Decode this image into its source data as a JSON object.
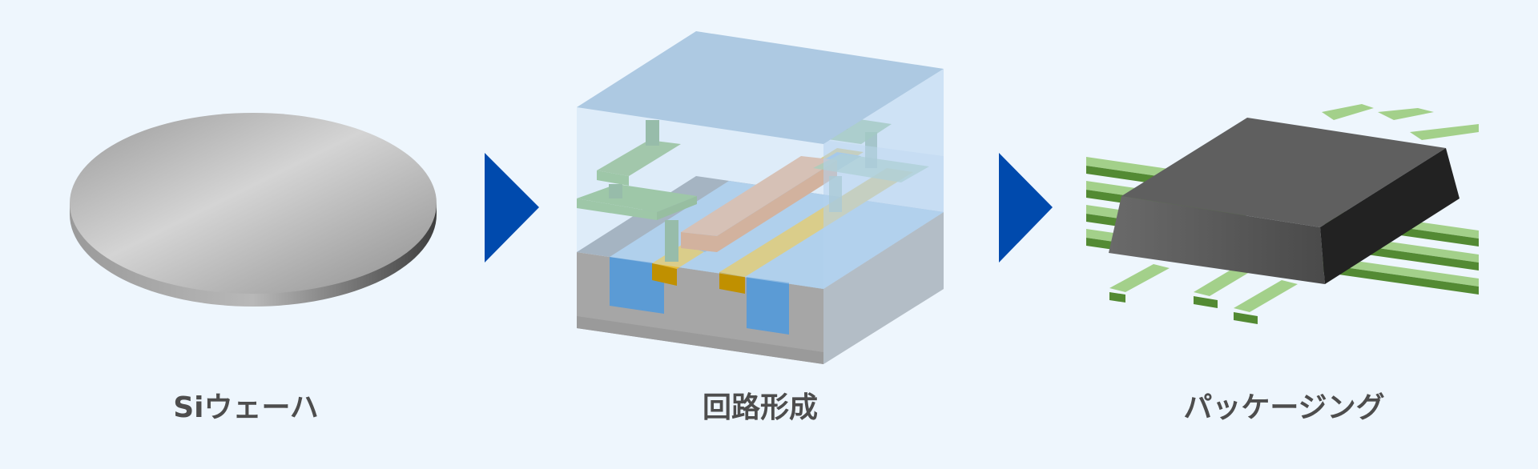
{
  "steps": [
    {
      "label": "Siウェーハ"
    },
    {
      "label": "回路形成"
    },
    {
      "label": "パッケージング"
    }
  ],
  "colors": {
    "background": "#eef6fd",
    "arrow": "#004aad",
    "text": "#4d4d4d"
  }
}
